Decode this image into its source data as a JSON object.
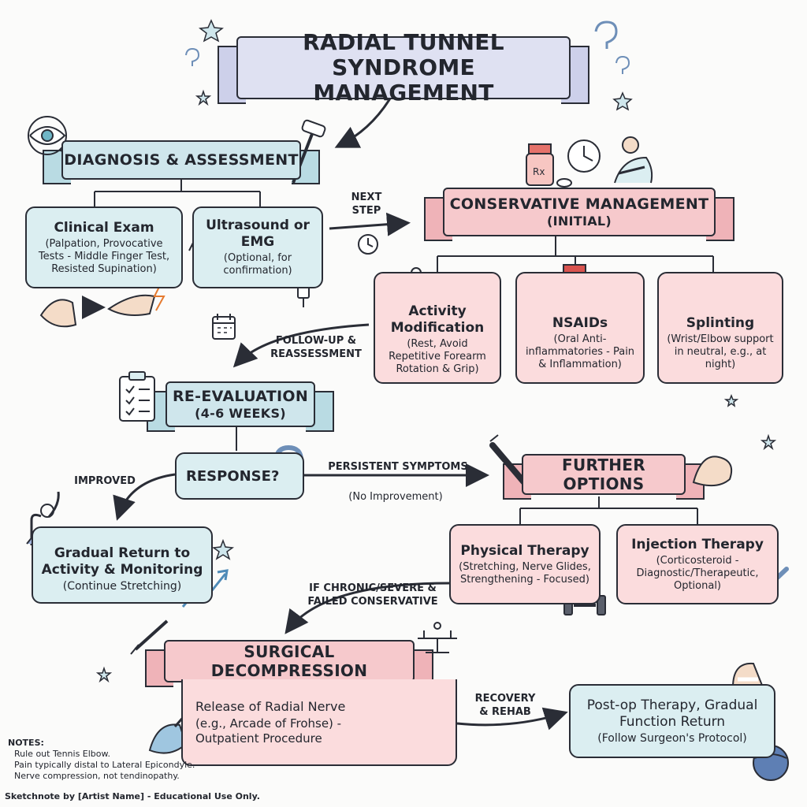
{
  "title": {
    "line1": "RADIAL TUNNEL SYNDROME",
    "line2": "MANAGEMENT"
  },
  "sections": {
    "diagnosis": "DIAGNOSIS & ASSESSMENT",
    "conservative": {
      "line1": "CONSERVATIVE MANAGEMENT",
      "line2": "(INITIAL)"
    },
    "reevaluation": {
      "line1": "RE-EVALUATION",
      "line2": "(4-6 WEEKS)"
    },
    "further": "FURTHER OPTIONS",
    "surgical": "SURGICAL DECOMPRESSION"
  },
  "boxes": {
    "clinical": {
      "title": "Clinical Exam",
      "detail": "(Palpation, Provocative Tests - Middle Finger Test, Resisted Supination)"
    },
    "ultrasound": {
      "title": "Ultrasound or EMG",
      "detail": "(Optional, for confirmation)"
    },
    "activity": {
      "title": "Activity Modification",
      "detail": "(Rest, Avoid Repetitive Forearm Rotation & Grip)"
    },
    "nsaids": {
      "title": "NSAIDs",
      "detail": "(Oral Anti-inflammatories - Pain & Inflammation)"
    },
    "splinting": {
      "title": "Splinting",
      "detail": "(Wrist/Elbow support in neutral, e.g., at night)"
    },
    "response": {
      "title": "RESPONSE?"
    },
    "gradual": {
      "title": "Gradual Return to Activity & Monitoring",
      "detail": "(Continue Stretching)"
    },
    "physical": {
      "title": "Physical Therapy",
      "detail": "(Stretching, Nerve Glides, Strengthening - Focused)"
    },
    "injection": {
      "title": "Injection Therapy",
      "detail": "(Corticosteroid - Diagnostic/Therapeutic, Optional)"
    },
    "release": {
      "title": "Release of Radial Nerve",
      "detail": "(e.g., Arcade of Frohse) - Outpatient Procedure"
    },
    "postop": {
      "title": "Post-op Therapy, Gradual Function Return",
      "detail": "(Follow Surgeon's Protocol)"
    }
  },
  "arrows": {
    "next_step": "NEXT STEP",
    "follow_up": "FOLLOW-UP & REASSESSMENT",
    "improved": "IMPROVED",
    "persistent": "PERSISTENT SYMPTOMS",
    "no_improvement": "(No Improvement)",
    "chronic": "IF CHRONIC/SEVERE & FAILED CONSERVATIVE",
    "recovery": "RECOVERY & REHAB"
  },
  "notes": {
    "heading": "NOTES:",
    "line1": "Rule out Tennis Elbow.",
    "line2": "Pain typically distal to Lateral Epicondyle.",
    "line3": "Nerve compression, not tendinopathy."
  },
  "credit": "Sketchnote by [Artist Name] - Educational Use Only.",
  "icons": [
    "eye-magnifier-icon",
    "reflex-hammer-icon",
    "pill-bottle-icon",
    "clock-icon",
    "arm-sling-icon",
    "sitting-person-icon",
    "pill-icon",
    "flame-icon",
    "wrist-splint-icon",
    "moon-icon",
    "calendar-icon",
    "clipboard-icon",
    "question-mark-icon",
    "syringe-icon",
    "flexed-arm-icon",
    "stretching-person-icon",
    "trend-arrow-icon",
    "dumbbell-icon",
    "scalpel-icon",
    "operating-table-icon",
    "bandaged-hand-icon",
    "exercise-ball-icon",
    "star-icon"
  ],
  "colors": {
    "blue": "#cfe6ec",
    "pink": "#f6c9cc",
    "lavender": "#dfe1f2",
    "ink": "#2a2d36"
  }
}
